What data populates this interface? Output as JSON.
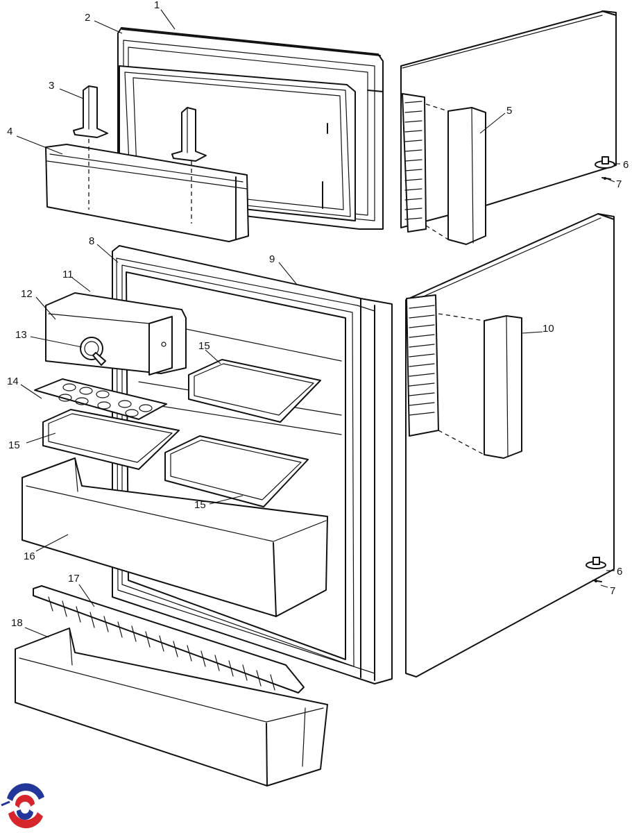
{
  "diagram": {
    "callouts": [
      {
        "id": "c1",
        "label": "1"
      },
      {
        "id": "c2",
        "label": "2"
      },
      {
        "id": "c3",
        "label": "3"
      },
      {
        "id": "c4",
        "label": "4"
      },
      {
        "id": "c5",
        "label": "5"
      },
      {
        "id": "c6a",
        "label": "6"
      },
      {
        "id": "c7a",
        "label": "7"
      },
      {
        "id": "c8",
        "label": "8"
      },
      {
        "id": "c9",
        "label": "9"
      },
      {
        "id": "c10",
        "label": "10"
      },
      {
        "id": "c11",
        "label": "11"
      },
      {
        "id": "c12",
        "label": "12"
      },
      {
        "id": "c13",
        "label": "13"
      },
      {
        "id": "c14",
        "label": "14"
      },
      {
        "id": "c15a",
        "label": "15"
      },
      {
        "id": "c15b",
        "label": "15"
      },
      {
        "id": "c15c",
        "label": "15"
      },
      {
        "id": "c16",
        "label": "16"
      },
      {
        "id": "c17",
        "label": "17"
      },
      {
        "id": "c18",
        "label": "18"
      },
      {
        "id": "c6b",
        "label": "6"
      },
      {
        "id": "c7b",
        "label": "7"
      }
    ]
  },
  "logo": {
    "icon": "brand-swirl-logo",
    "colors": {
      "red": "#d7262b",
      "blue": "#23379a"
    }
  }
}
